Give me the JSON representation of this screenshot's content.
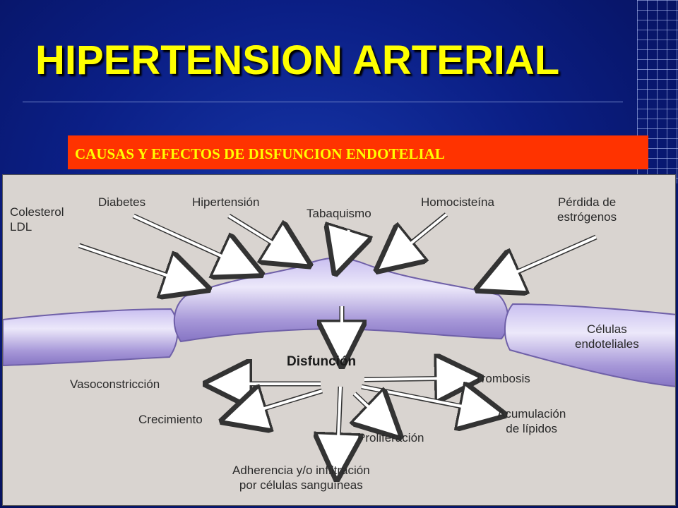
{
  "slide": {
    "title": "HIPERTENSION ARTERIAL",
    "subtitle": "CAUSAS Y EFECTOS DE DISFUNCION ENDOTELIAL"
  },
  "diagram": {
    "causes": {
      "colesterol_line1": "Colesterol",
      "colesterol_line2": "LDL",
      "diabetes": "Diabetes",
      "hipertension": "Hipertensión",
      "tabaquismo": "Tabaquismo",
      "homocisteina": "Homocisteína",
      "perdida_line1": "Pérdida de",
      "perdida_line2": "estrógenos"
    },
    "cells_line1": "Células",
    "cells_line2": "endoteliales",
    "center": "Disfunción",
    "effects": {
      "vasoconstriccion": "Vasoconstricción",
      "trombosis": "Trombosis",
      "crecimiento": "Crecimiento",
      "acumulacion_line1": "Acumulación",
      "acumulacion_line2": "de lípidos",
      "proliferacion": "Proliferación",
      "adherencia_line1": "Adherencia y/o infiltración",
      "adherencia_line2": "por células sanguíneas"
    },
    "colors": {
      "cell_fill": "#a89ad6",
      "cell_highlight": "#ddd6f3",
      "arrow_fill": "#ffffff",
      "arrow_stroke": "#333333"
    }
  }
}
